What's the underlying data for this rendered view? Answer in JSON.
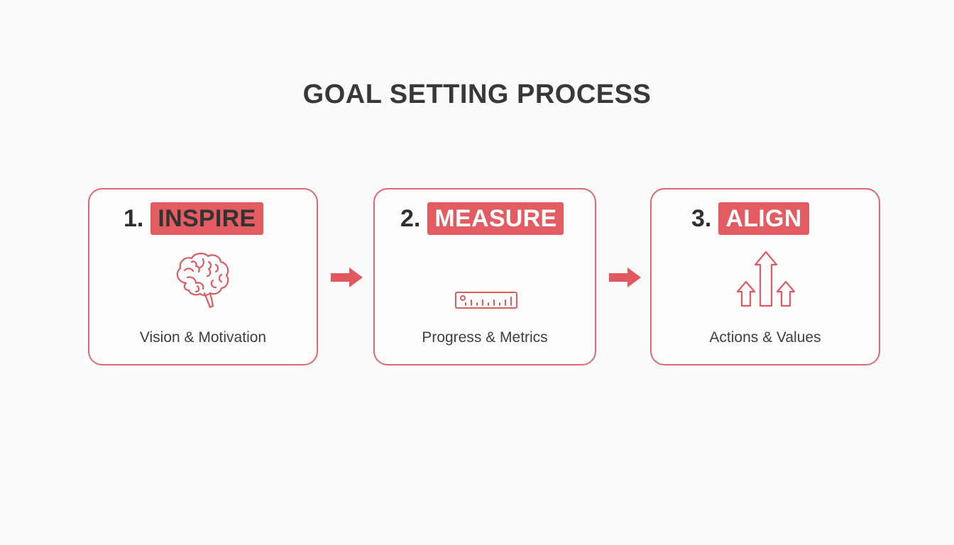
{
  "title": "GOAL SETTING PROCESS",
  "colors": {
    "accent": "#e25c62",
    "border": "#dd6a70",
    "text": "#383838",
    "background": "#fbfbfb"
  },
  "steps": [
    {
      "number": "1.",
      "label": "INSPIRE",
      "caption": "Vision & Motivation",
      "icon": "brain-icon"
    },
    {
      "number": "2.",
      "label": "MEASURE",
      "caption": "Progress & Metrics",
      "icon": "ruler-icon"
    },
    {
      "number": "3.",
      "label": "ALIGN",
      "caption": "Actions & Values",
      "icon": "up-arrows-icon"
    }
  ],
  "connectors": [
    {
      "icon": "arrow-right-icon"
    },
    {
      "icon": "arrow-right-icon"
    }
  ]
}
